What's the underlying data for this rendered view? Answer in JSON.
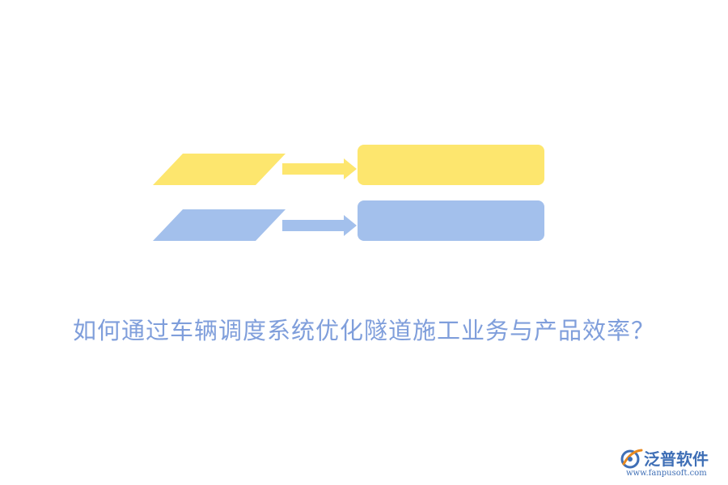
{
  "headline": "如何通过车辆调度系统优化隧道施工业务与产品效率？",
  "logo": {
    "name": "泛普软件",
    "url": "www.fanpusoft.com"
  },
  "colors": {
    "yellow": "#fde66e",
    "blue": "#a3c0ec",
    "headline": "#7f9edb",
    "logo": "#3f6fb6",
    "logo_accent": "#e8891e"
  }
}
